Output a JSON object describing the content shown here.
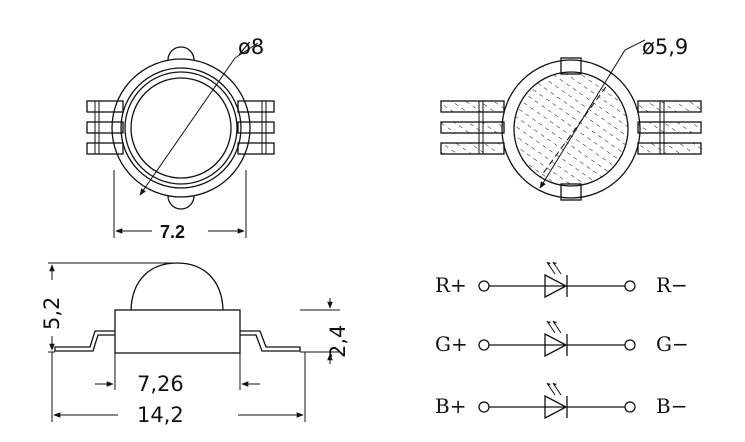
{
  "dimensions": {
    "diameter_lens": "ø8",
    "diameter_body": "ø5,9",
    "width_top": "7.2",
    "height_dome": "5,2",
    "height_body": "2,4",
    "width_body": "7,26",
    "width_total": "14,2"
  },
  "pins": {
    "red_plus": "R+",
    "red_minus": "R−",
    "green_plus": "G+",
    "green_minus": "G−",
    "blue_plus": "B+",
    "blue_minus": "B−"
  },
  "colors": {
    "line": "#111111",
    "background": "#ffffff"
  }
}
